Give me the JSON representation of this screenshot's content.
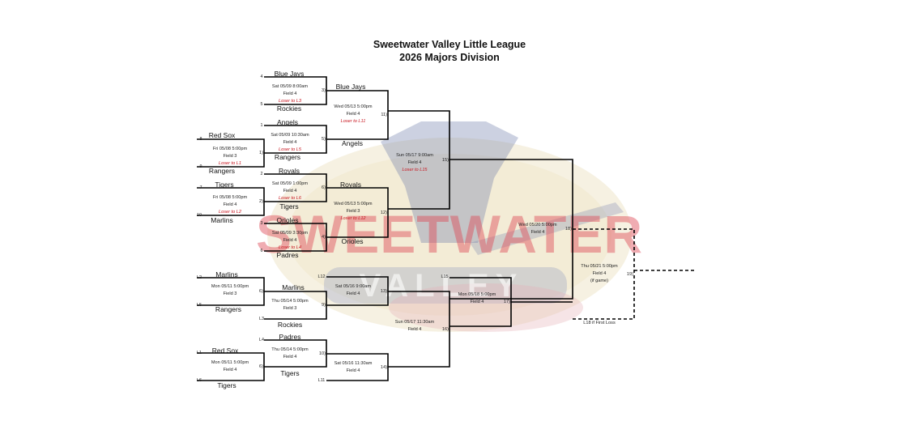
{
  "header": {
    "title_line1": "Sweetwater Valley Little League",
    "title_line2": "2026 Majors Division"
  },
  "watermark": {
    "icon": "sweetwater-logo-watermark",
    "text": "SWEETWATER",
    "sub": "VALLEY"
  },
  "teams": [
    {
      "id": "t-bluejays-r1",
      "name": "Blue Jays"
    },
    {
      "id": "t-rockies-r1",
      "name": "Rockies"
    },
    {
      "id": "t-angels-r1",
      "name": "Angels"
    },
    {
      "id": "t-redsox-r0",
      "name": "Red Sox"
    },
    {
      "id": "t-rangers-r0",
      "name": "Rangers"
    },
    {
      "id": "t-rangers-r1",
      "name": "Rangers"
    },
    {
      "id": "t-royals-r1",
      "name": "Royals"
    },
    {
      "id": "t-tigers-r0",
      "name": "Tigers"
    },
    {
      "id": "t-marlins-r0",
      "name": "Marlins"
    },
    {
      "id": "t-tigers-r1",
      "name": "Tigers"
    },
    {
      "id": "t-orioles-r1",
      "name": "Orioles"
    },
    {
      "id": "t-padres-r1",
      "name": "Padres"
    },
    {
      "id": "t-bluejays-r2",
      "name": "Blue Jays"
    },
    {
      "id": "t-angels-r2",
      "name": "Angels"
    },
    {
      "id": "t-royals-r2",
      "name": "Royals"
    },
    {
      "id": "t-orioles-r2",
      "name": "Orioles"
    },
    {
      "id": "t-marlins-l1",
      "name": "Marlins"
    },
    {
      "id": "t-rangers-l1",
      "name": "Rangers"
    },
    {
      "id": "t-marlins-l2",
      "name": "Marlins"
    },
    {
      "id": "t-rockies-l2",
      "name": "Rockies"
    },
    {
      "id": "t-padres-l2",
      "name": "Padres"
    },
    {
      "id": "t-redsox-l1",
      "name": "Red Sox"
    },
    {
      "id": "t-tigers-l1",
      "name": "Tigers"
    },
    {
      "id": "t-tigers-l2",
      "name": "Tigers"
    }
  ],
  "seeds": [
    {
      "id": "s-4",
      "text": "4"
    },
    {
      "id": "s-5",
      "text": "5"
    },
    {
      "id": "s-1",
      "text": "1"
    },
    {
      "id": "s-8",
      "text": "8"
    },
    {
      "id": "s-9",
      "text": "9"
    },
    {
      "id": "s-2",
      "text": "2"
    },
    {
      "id": "s-7",
      "text": "7"
    },
    {
      "id": "s-10",
      "text": "10"
    },
    {
      "id": "s-3",
      "text": "3"
    },
    {
      "id": "s-6",
      "text": "6"
    },
    {
      "id": "s-L2",
      "text": "L2"
    },
    {
      "id": "s-L5",
      "text": "L5"
    },
    {
      "id": "s-L3",
      "text": "L3"
    },
    {
      "id": "s-L1",
      "text": "L1"
    },
    {
      "id": "s-L6",
      "text": "L6"
    },
    {
      "id": "s-L4",
      "text": "L4"
    },
    {
      "id": "s-L12",
      "text": "L12"
    },
    {
      "id": "s-L11",
      "text": "L11"
    },
    {
      "id": "s-L15",
      "text": "L15"
    }
  ],
  "games": [
    {
      "id": "g1",
      "num": "1)",
      "lines": [
        "Fri 05/08 5:00pm",
        "Field 3"
      ],
      "loser": "Loser to L1"
    },
    {
      "id": "g2",
      "num": "2)",
      "lines": [
        "Fri 05/08 5:00pm",
        "Field 4"
      ],
      "loser": "Loser to L2"
    },
    {
      "id": "g3",
      "num": "3)",
      "lines": [
        "Sat 05/09 8:00am",
        "Field 4"
      ],
      "loser": "Loser to L3"
    },
    {
      "id": "g4",
      "num": "4)",
      "lines": [
        "Sat 05/09 3:30pm",
        "Field 4"
      ],
      "loser": "Loser to L4"
    },
    {
      "id": "g5",
      "num": "5)",
      "lines": [
        "Sat 05/09 10:30am",
        "Field 4"
      ],
      "loser": "Loser to L5"
    },
    {
      "id": "g6",
      "num": "6)",
      "lines": [
        "Sat 05/09 1:00pm",
        "Field 4"
      ],
      "loser": "Loser to L6"
    },
    {
      "id": "g6a",
      "num": "6)",
      "lines": [
        "Mon 05/11 5:00pm",
        "Field 3"
      ],
      "loser": ""
    },
    {
      "id": "g6b",
      "num": "6)",
      "lines": [
        "Mon 05/11 5:00pm",
        "Field 4"
      ],
      "loser": ""
    },
    {
      "id": "g9",
      "num": "9)",
      "lines": [
        "Thu 05/14 5:00pm",
        "Field 3"
      ],
      "loser": ""
    },
    {
      "id": "g10",
      "num": "10)",
      "lines": [
        "Thu 05/14 5:00pm",
        "Field 4"
      ],
      "loser": ""
    },
    {
      "id": "g11",
      "num": "11)",
      "lines": [
        "Wed 05/13 5:00pm",
        "Field 4"
      ],
      "loser": "Loser to L11"
    },
    {
      "id": "g12",
      "num": "12)",
      "lines": [
        "Wed 05/13 5:00pm",
        "Field 3"
      ],
      "loser": "Loser to L12"
    },
    {
      "id": "g13",
      "num": "13)",
      "lines": [
        "Sat 05/16 9:00am",
        "Field 4"
      ],
      "loser": ""
    },
    {
      "id": "g14",
      "num": "14)",
      "lines": [
        "Sat 05/16 11:30am",
        "Field 4"
      ],
      "loser": ""
    },
    {
      "id": "g15",
      "num": "15)",
      "lines": [
        "Sun 05/17 9:00am",
        "Field 4"
      ],
      "loser": "Loser to L15"
    },
    {
      "id": "g16",
      "num": "16)",
      "lines": [
        "Sun 05/17 11:30am",
        "Field 4"
      ],
      "loser": ""
    },
    {
      "id": "g17",
      "num": "17)",
      "lines": [
        "Mon 05/18 5:00pm",
        "Field 4"
      ],
      "loser": ""
    },
    {
      "id": "g18",
      "num": "18)",
      "lines": [
        "Wed 05/20 5:00pm",
        "Field 4"
      ],
      "loser": ""
    },
    {
      "id": "g19",
      "num": "19)",
      "lines": [
        "Thu 05/21 5:00pm",
        "Field 4",
        "(if game)"
      ],
      "loser": ""
    }
  ],
  "notes": {
    "if_first_loss": "L18 if First Loss"
  }
}
